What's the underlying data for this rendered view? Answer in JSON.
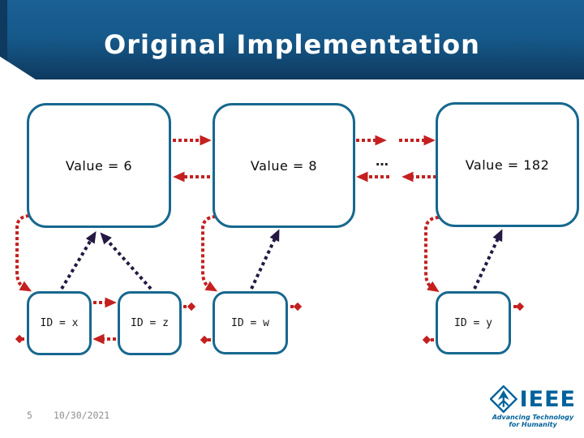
{
  "header": {
    "title": "Original Implementation"
  },
  "diagram": {
    "value_nodes": [
      {
        "label": "Value = 6"
      },
      {
        "label": "Value = 8"
      },
      {
        "label": "Value = 182"
      }
    ],
    "id_nodes": [
      {
        "label": "ID = x"
      },
      {
        "label": "ID = z"
      },
      {
        "label": "ID = w"
      },
      {
        "label": "ID = y"
      }
    ],
    "ellipsis": "…"
  },
  "footer": {
    "page_number": "5",
    "date": "10/30/2021"
  },
  "logo": {
    "name": "IEEE",
    "icon": "ieee-diamond-kite-arrow",
    "tagline_line1": "Advancing Technology",
    "tagline_line2": "for Humanity"
  },
  "colors": {
    "banner-top": "#1b6094",
    "banner-bottom": "#0e3a5f",
    "banner-stripe": "#0d3a5e",
    "title-text": "#ffffff",
    "node-border": "#17688f",
    "node-text": "#0b0b0b",
    "arrow-red": "#c42020",
    "arrow-navy": "#251843",
    "footer-text": "#8f8f8f",
    "ieee-blue": "#00629b"
  }
}
